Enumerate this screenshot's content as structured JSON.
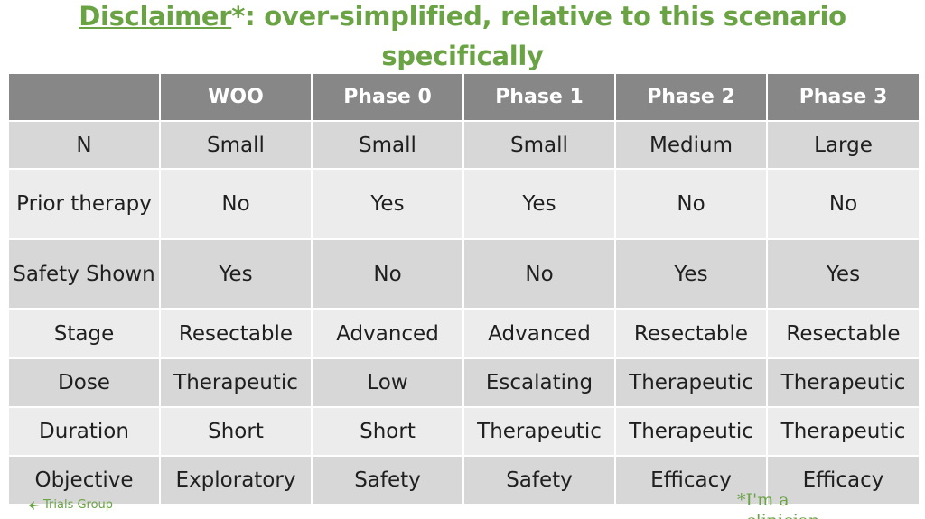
{
  "title": {
    "underlined": "Disclaimer",
    "rest_line1": "*: over-simplified, relative to this scenario",
    "line2": "specifically"
  },
  "table": {
    "headers": [
      "",
      "WOO",
      "Phase 0",
      "Phase 1",
      "Phase 2",
      "Phase 3"
    ],
    "rows": [
      {
        "label": "N",
        "cells": [
          "Small",
          "Small",
          "Small",
          "Medium",
          "Large"
        ]
      },
      {
        "label": "Prior therapy",
        "cells": [
          "No",
          "Yes",
          "Yes",
          "No",
          "No"
        ]
      },
      {
        "label": "Safety Shown",
        "cells": [
          "Yes",
          "No",
          "No",
          "Yes",
          "Yes"
        ]
      },
      {
        "label": "Stage",
        "cells": [
          "Resectable",
          "Advanced",
          "Advanced",
          "Resectable",
          "Resectable"
        ]
      },
      {
        "label": "Dose",
        "cells": [
          "Therapeutic",
          "Low",
          "Escalating",
          "Therapeutic",
          "Therapeutic"
        ]
      },
      {
        "label": "Duration",
        "cells": [
          "Short",
          "Short",
          "Therapeutic",
          "Therapeutic",
          "Therapeutic"
        ]
      },
      {
        "label": "Objective",
        "cells": [
          "Exploratory",
          "Safety",
          "Safety",
          "Efficacy",
          "Efficacy"
        ]
      }
    ]
  },
  "footer": {
    "logo_text": "Trials Group",
    "note_line1": "*I'm a",
    "note_line2": "clinician"
  },
  "colors": {
    "accent_green": "#6aa344",
    "header_gray": "#878787",
    "row_dark": "#d7d7d7",
    "row_light": "#ececec"
  }
}
